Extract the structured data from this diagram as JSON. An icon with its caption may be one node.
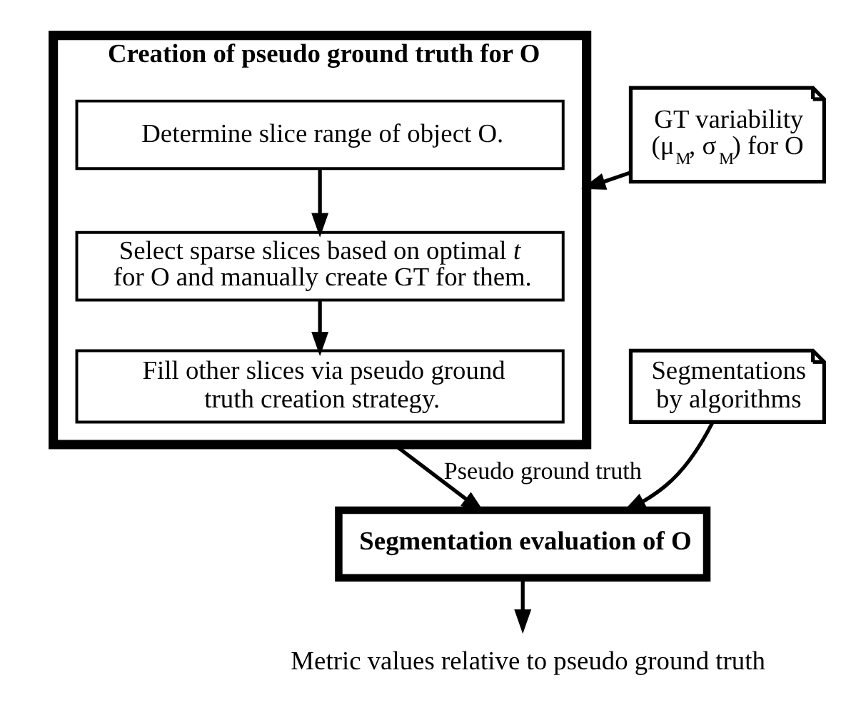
{
  "diagram": {
    "nodes": [
      {
        "text": [
          "Creation of pseudo ground truth for O"
        ]
      },
      {
        "text": [
          "Determine slice range of object O."
        ],
        "in": 0
      },
      {
        "text": [
          "Select sparse slices based on optimal *t* for O and manually create GT for them."
        ],
        "in": 0
      },
      {
        "text": [
          "Fill other slices via pseudo ground truth creation strategy."
        ],
        "in": 0
      },
      {
        "text": [
          "GT variability (μ$_{M}$, σ$_{M}$) for O"
        ]
      },
      {
        "text": [
          "Segmentations by algorithms"
        ]
      },
      {
        "text": [
          "Segmentation evaluation of O"
        ]
      },
      {
        "text": [
          "Metric values relative to pseudo ground truth"
        ]
      }
    ],
    "edges": [
      {
        "from": 1,
        "to": 2,
        "arrow": "to"
      },
      {
        "from": 2,
        "to": 3,
        "arrow": "to"
      },
      {
        "from": 4,
        "to": 0,
        "arrow": "to"
      },
      {
        "from": 0,
        "to": 6,
        "arrow": "to",
        "label": "Pseudo ground truth"
      },
      {
        "from": 5,
        "to": 6,
        "arrow": "to"
      },
      {
        "from": 6,
        "to": 7,
        "arrow": "to"
      }
    ]
  }
}
